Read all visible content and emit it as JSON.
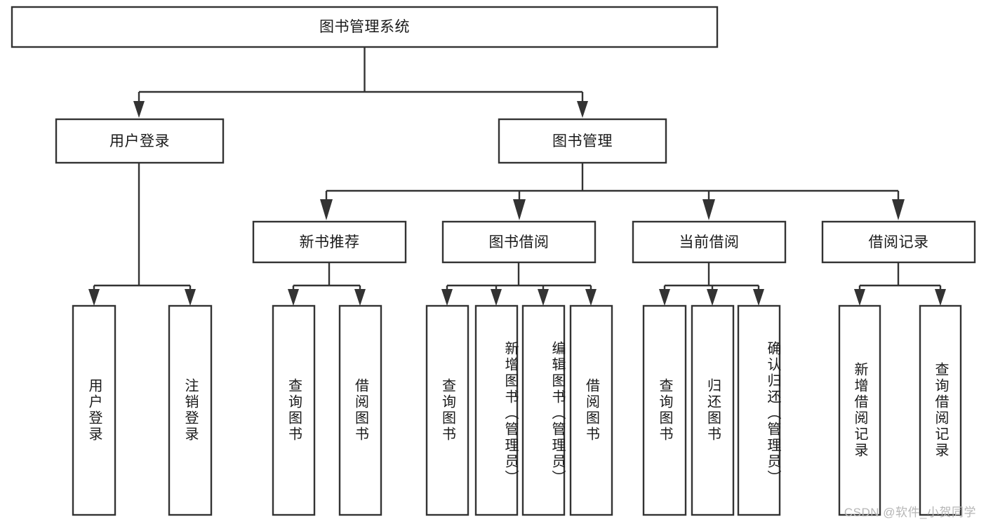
{
  "diagram": {
    "type": "tree",
    "title": "图书管理系统",
    "watermark": "CSDN @软件_小贺同学",
    "colors": {
      "stroke": "#333333",
      "fill": "#ffffff",
      "text": "#1a1a1a",
      "watermark": "#b6b6b6"
    },
    "nodes": {
      "root": {
        "label": "图书管理系统",
        "orientation": "horizontal"
      },
      "level2": [
        {
          "id": "user-login",
          "label": "用户登录",
          "orientation": "horizontal"
        },
        {
          "id": "book-management",
          "label": "图书管理",
          "orientation": "horizontal"
        }
      ],
      "level3": [
        {
          "id": "new-book-recommend",
          "label": "新书推荐",
          "orientation": "horizontal"
        },
        {
          "id": "book-borrow",
          "label": "图书借阅",
          "orientation": "horizontal"
        },
        {
          "id": "current-borrow",
          "label": "当前借阅",
          "orientation": "horizontal"
        },
        {
          "id": "borrow-record",
          "label": "借阅记录",
          "orientation": "horizontal"
        }
      ],
      "leaves": [
        {
          "id": "leaf-user-login",
          "label": "用户登录",
          "orientation": "vertical",
          "parent": "user-login"
        },
        {
          "id": "leaf-logout-login",
          "label": "注销登录",
          "orientation": "vertical",
          "parent": "user-login"
        },
        {
          "id": "leaf-query-book-1",
          "label": "查询图书",
          "orientation": "vertical",
          "parent": "new-book-recommend"
        },
        {
          "id": "leaf-borrow-book-1",
          "label": "借阅图书",
          "orientation": "vertical",
          "parent": "new-book-recommend"
        },
        {
          "id": "leaf-query-book-2",
          "label": "查询图书",
          "orientation": "vertical",
          "parent": "book-borrow"
        },
        {
          "id": "leaf-add-book",
          "label": "新增图书（管理员）",
          "orientation": "vertical",
          "parent": "book-borrow"
        },
        {
          "id": "leaf-edit-book",
          "label": "编辑图书（管理员）",
          "orientation": "vertical",
          "parent": "book-borrow"
        },
        {
          "id": "leaf-borrow-book-2",
          "label": "借阅图书",
          "orientation": "vertical",
          "parent": "book-borrow"
        },
        {
          "id": "leaf-query-book-3",
          "label": "查询图书",
          "orientation": "vertical",
          "parent": "current-borrow"
        },
        {
          "id": "leaf-return-book",
          "label": "归还图书",
          "orientation": "vertical",
          "parent": "current-borrow"
        },
        {
          "id": "leaf-confirm-return",
          "label": "确认归还（管理员）",
          "orientation": "vertical",
          "parent": "current-borrow"
        },
        {
          "id": "leaf-add-record",
          "label": "新增借阅记录",
          "orientation": "vertical",
          "parent": "borrow-record"
        },
        {
          "id": "leaf-query-record",
          "label": "查询借阅记录",
          "orientation": "vertical",
          "parent": "borrow-record"
        }
      ]
    }
  }
}
